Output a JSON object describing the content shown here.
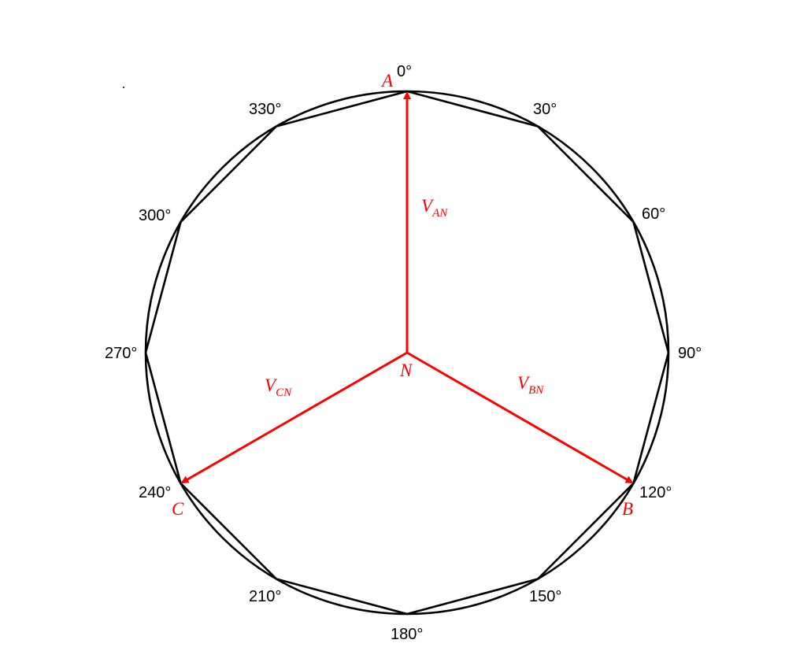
{
  "angle_labels": [
    "0°",
    "30°",
    "60°",
    "90°",
    "120°",
    "150°",
    "180°",
    "210°",
    "240°",
    "270°",
    "300°",
    "330°"
  ],
  "vertex_labels": {
    "a": "A",
    "b": "B",
    "c": "C",
    "n": "N"
  },
  "vectors": {
    "van": {
      "main": "V",
      "sub": "AN",
      "angle_deg": 0
    },
    "vbn": {
      "main": "V",
      "sub": "BN",
      "angle_deg": 120
    },
    "vcn": {
      "main": "V",
      "sub": "CN",
      "angle_deg": 240
    }
  },
  "colors": {
    "outline": "#000000",
    "phasor": "#ff0000"
  }
}
